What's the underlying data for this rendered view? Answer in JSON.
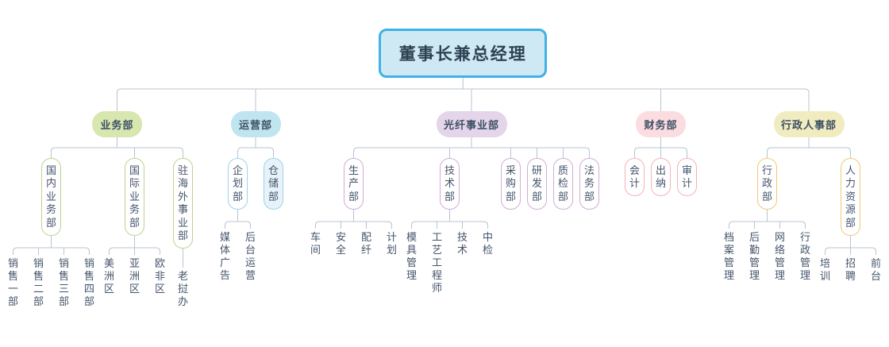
{
  "root": {
    "label": "董事长兼总经理",
    "children": [
      {
        "label": "业务部",
        "theme": "green",
        "children": [
          {
            "label": "国内业务部",
            "children": [
              {
                "label": "销售一部"
              },
              {
                "label": "销售二部"
              },
              {
                "label": "销售三部"
              },
              {
                "label": "销售四部"
              }
            ]
          },
          {
            "label": "国际业务部",
            "children": [
              {
                "label": "美洲区"
              },
              {
                "label": "亚洲区"
              },
              {
                "label": "欧非区"
              }
            ]
          },
          {
            "label": "驻海外事业部",
            "children": [
              {
                "label": "老挝办"
              }
            ]
          }
        ]
      },
      {
        "label": "运营部",
        "theme": "blue",
        "children": [
          {
            "label": "企划部",
            "children": [
              {
                "label": "媒体广告"
              },
              {
                "label": "后台运营"
              }
            ]
          },
          {
            "label": "仓储部",
            "fill": "#e7f3fa"
          }
        ]
      },
      {
        "label": "光纤事业部",
        "theme": "purple",
        "children": [
          {
            "label": "生产部",
            "children": [
              {
                "label": "车间"
              },
              {
                "label": "安全"
              },
              {
                "label": "配纤"
              },
              {
                "label": "计划"
              }
            ]
          },
          {
            "label": "技术部",
            "children": [
              {
                "label": "模具管理"
              },
              {
                "label": "工艺工程师"
              },
              {
                "label": "技术"
              },
              {
                "label": "中检"
              }
            ]
          },
          {
            "label": "采购部"
          },
          {
            "label": "研发部"
          },
          {
            "label": "质检部"
          },
          {
            "label": "法务部"
          }
        ]
      },
      {
        "label": "财务部",
        "theme": "pink",
        "children": [
          {
            "label": "会计"
          },
          {
            "label": "出纳"
          },
          {
            "label": "审计"
          }
        ]
      },
      {
        "label": "行政人事部",
        "theme": "yellow",
        "children": [
          {
            "label": "行政部",
            "children": [
              {
                "label": "档案管理"
              },
              {
                "label": "后勤管理"
              },
              {
                "label": "网络管理"
              },
              {
                "label": "行政管理"
              }
            ]
          },
          {
            "label": "人力资源部",
            "children": [
              {
                "label": "培训"
              },
              {
                "label": "招聘"
              },
              {
                "label": "前台"
              }
            ]
          }
        ]
      }
    ]
  },
  "colors": {
    "canvas_bg": "#ffffff",
    "connector": "#b8c4d1",
    "text": "#44546b",
    "pill_text": "#3d4f63",
    "root_fill": "#cfe9f4",
    "root_border": "#3fb1e8",
    "root_text": "#2e4254",
    "themes": {
      "green": {
        "pill_fill": "#d8e6b0",
        "line": "#bdd48d"
      },
      "blue": {
        "pill_fill": "#c1e4f1",
        "line": "#9ed2e8"
      },
      "purple": {
        "pill_fill": "#e4d5ea",
        "line": "#d3abd9"
      },
      "pink": {
        "pill_fill": "#fbdce0",
        "line": "#f2b3bd"
      },
      "yellow": {
        "pill_fill": "#f1ecc0",
        "line": "#f2c878"
      }
    }
  }
}
